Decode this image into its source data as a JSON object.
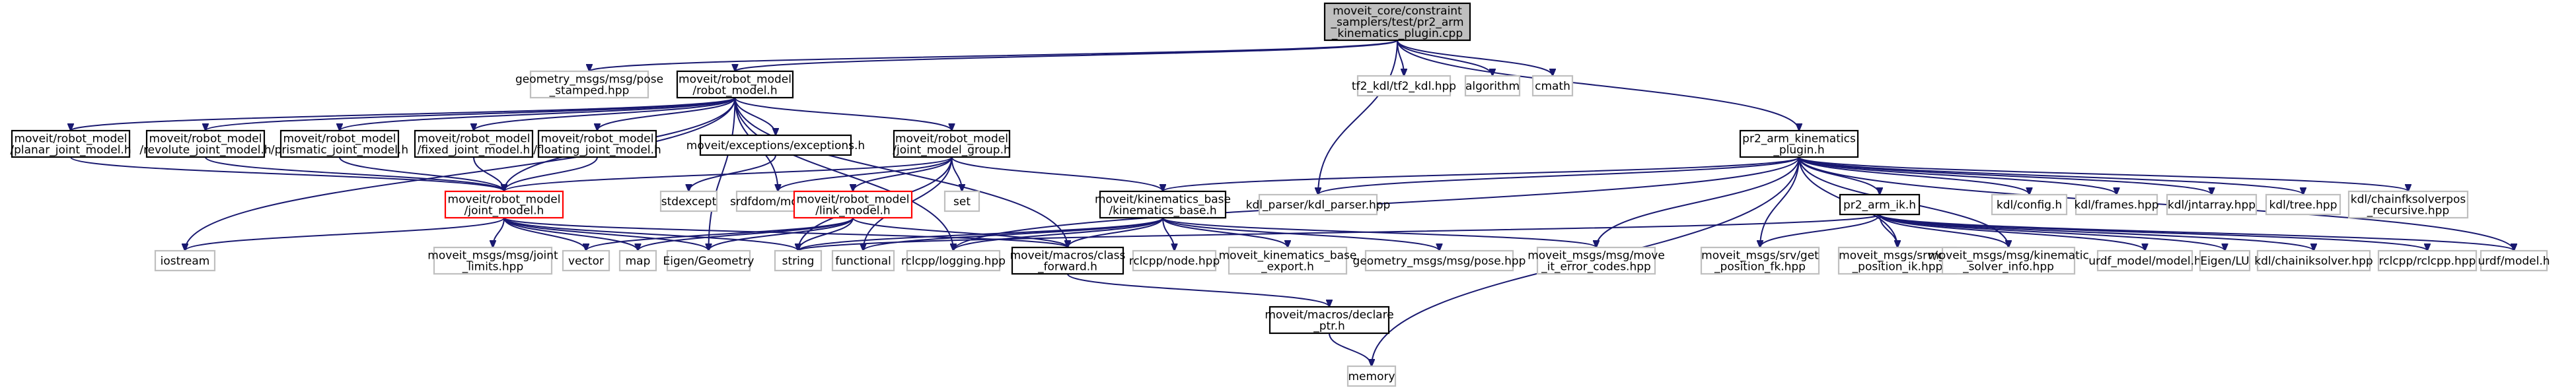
{
  "colors": {
    "edge": "#191970",
    "border_default": "#000000",
    "border_external": "#bfbfbf",
    "border_red": "#ff0000",
    "fill_default": "#ffffff",
    "fill_root": "#bfbfbf"
  },
  "nodes": [
    {
      "id": "root",
      "lines": [
        "moveit_core/constraint",
        "_samplers/test/pr2_arm",
        "_kinematics_plugin.cpp"
      ],
      "style": "root"
    },
    {
      "id": "geom_pose_stamped",
      "lines": [
        "geometry_msgs/msg/pose",
        "_stamped.hpp"
      ],
      "style": "external"
    },
    {
      "id": "robot_model",
      "lines": [
        "moveit/robot_model",
        "/robot_model.h"
      ],
      "style": "default"
    },
    {
      "id": "tf2_kdl",
      "lines": [
        "tf2_kdl/tf2_kdl.hpp"
      ],
      "style": "external"
    },
    {
      "id": "algorithm",
      "lines": [
        "algorithm"
      ],
      "style": "external"
    },
    {
      "id": "cmath",
      "lines": [
        "cmath"
      ],
      "style": "external"
    },
    {
      "id": "pr2_plugin",
      "lines": [
        "pr2_arm_kinematics",
        "_plugin.h"
      ],
      "style": "default"
    },
    {
      "id": "planar",
      "lines": [
        "moveit/robot_model",
        "/planar_joint_model.h"
      ],
      "style": "default"
    },
    {
      "id": "revolute",
      "lines": [
        "moveit/robot_model",
        "/revolute_joint_model.h"
      ],
      "style": "default"
    },
    {
      "id": "prismatic",
      "lines": [
        "moveit/robot_model",
        "/prismatic_joint_model.h"
      ],
      "style": "default"
    },
    {
      "id": "fixed",
      "lines": [
        "moveit/robot_model",
        "/fixed_joint_model.h"
      ],
      "style": "default"
    },
    {
      "id": "floating",
      "lines": [
        "moveit/robot_model",
        "/floating_joint_model.h"
      ],
      "style": "default"
    },
    {
      "id": "exceptions",
      "lines": [
        "moveit/exceptions/exceptions.h"
      ],
      "style": "default"
    },
    {
      "id": "jmg",
      "lines": [
        "moveit/robot_model",
        "/joint_model_group.h"
      ],
      "style": "default"
    },
    {
      "id": "joint_model",
      "lines": [
        "moveit/robot_model",
        "/joint_model.h"
      ],
      "style": "red"
    },
    {
      "id": "stdexcept",
      "lines": [
        "stdexcept"
      ],
      "style": "external"
    },
    {
      "id": "srdfdom",
      "lines": [
        "srdfdom/model.h"
      ],
      "style": "external"
    },
    {
      "id": "link_model",
      "lines": [
        "moveit/robot_model",
        "/link_model.h"
      ],
      "style": "red"
    },
    {
      "id": "set",
      "lines": [
        "set"
      ],
      "style": "external"
    },
    {
      "id": "kin_base",
      "lines": [
        "moveit/kinematics_base",
        "/kinematics_base.h"
      ],
      "style": "default"
    },
    {
      "id": "kdl_parser",
      "lines": [
        "kdl_parser/kdl_parser.hpp"
      ],
      "style": "external"
    },
    {
      "id": "pr2_ik",
      "lines": [
        "pr2_arm_ik.h"
      ],
      "style": "default"
    },
    {
      "id": "kdl_config",
      "lines": [
        "kdl/config.h"
      ],
      "style": "external"
    },
    {
      "id": "kdl_frames",
      "lines": [
        "kdl/frames.hpp"
      ],
      "style": "external"
    },
    {
      "id": "kdl_jntarray",
      "lines": [
        "kdl/jntarray.hpp"
      ],
      "style": "external"
    },
    {
      "id": "kdl_tree",
      "lines": [
        "kdl/tree.hpp"
      ],
      "style": "external"
    },
    {
      "id": "kdl_chainfk",
      "lines": [
        "kdl/chainfksolverpos",
        "_recursive.hpp"
      ],
      "style": "external"
    },
    {
      "id": "iostream",
      "lines": [
        "iostream"
      ],
      "style": "external"
    },
    {
      "id": "joint_limits",
      "lines": [
        "moveit_msgs/msg/joint",
        "_limits.hpp"
      ],
      "style": "external"
    },
    {
      "id": "vector",
      "lines": [
        "vector"
      ],
      "style": "external"
    },
    {
      "id": "map",
      "lines": [
        "map"
      ],
      "style": "external"
    },
    {
      "id": "eigen_geom",
      "lines": [
        "Eigen/Geometry"
      ],
      "style": "external"
    },
    {
      "id": "string",
      "lines": [
        "string"
      ],
      "style": "external"
    },
    {
      "id": "functional",
      "lines": [
        "functional"
      ],
      "style": "external"
    },
    {
      "id": "rclcpp_logging",
      "lines": [
        "rclcpp/logging.hpp"
      ],
      "style": "external"
    },
    {
      "id": "class_forward",
      "lines": [
        "moveit/macros/class",
        "_forward.h"
      ],
      "style": "default"
    },
    {
      "id": "rclcpp_node",
      "lines": [
        "rclcpp/node.hpp"
      ],
      "style": "external"
    },
    {
      "id": "kin_export",
      "lines": [
        "moveit_kinematics_base",
        "_export.h"
      ],
      "style": "external"
    },
    {
      "id": "geom_pose",
      "lines": [
        "geometry_msgs/msg/pose.hpp"
      ],
      "style": "external"
    },
    {
      "id": "move_it_error",
      "lines": [
        "moveit_msgs/msg/move",
        "_it_error_codes.hpp"
      ],
      "style": "external"
    },
    {
      "id": "get_fk",
      "lines": [
        "moveit_msgs/srv/get",
        "_position_fk.hpp"
      ],
      "style": "external"
    },
    {
      "id": "get_ik",
      "lines": [
        "moveit_msgs/srv/get",
        "_position_ik.hpp"
      ],
      "style": "external"
    },
    {
      "id": "kin_solver_info",
      "lines": [
        "moveit_msgs/msg/kinematic",
        "_solver_info.hpp"
      ],
      "style": "external"
    },
    {
      "id": "urdf_model_h",
      "lines": [
        "urdf_model/model.h"
      ],
      "style": "external"
    },
    {
      "id": "eigen_lu",
      "lines": [
        "Eigen/LU"
      ],
      "style": "external"
    },
    {
      "id": "kdl_chainiksolver",
      "lines": [
        "kdl/chainiksolver.hpp"
      ],
      "style": "external"
    },
    {
      "id": "rclcpp_hpp",
      "lines": [
        "rclcpp/rclcpp.hpp"
      ],
      "style": "external"
    },
    {
      "id": "urdf_model",
      "lines": [
        "urdf/model.h"
      ],
      "style": "external"
    },
    {
      "id": "declare_ptr",
      "lines": [
        "moveit/macros/declare",
        "_ptr.h"
      ],
      "style": "default"
    },
    {
      "id": "memory",
      "lines": [
        "memory"
      ],
      "style": "external"
    }
  ],
  "edges": [
    [
      "root",
      "geom_pose_stamped"
    ],
    [
      "root",
      "robot_model"
    ],
    [
      "root",
      "tf2_kdl"
    ],
    [
      "root",
      "algorithm"
    ],
    [
      "root",
      "cmath"
    ],
    [
      "root",
      "pr2_plugin"
    ],
    [
      "root",
      "kdl_parser"
    ],
    [
      "robot_model",
      "planar"
    ],
    [
      "robot_model",
      "revolute"
    ],
    [
      "robot_model",
      "prismatic"
    ],
    [
      "robot_model",
      "fixed"
    ],
    [
      "robot_model",
      "floating"
    ],
    [
      "robot_model",
      "exceptions"
    ],
    [
      "robot_model",
      "jmg"
    ],
    [
      "robot_model",
      "joint_model"
    ],
    [
      "robot_model",
      "srdfdom"
    ],
    [
      "robot_model",
      "iostream"
    ],
    [
      "robot_model",
      "eigen_geom"
    ],
    [
      "robot_model",
      "class_forward"
    ],
    [
      "robot_model",
      "rclcpp_logging"
    ],
    [
      "planar",
      "joint_model"
    ],
    [
      "revolute",
      "joint_model"
    ],
    [
      "prismatic",
      "joint_model"
    ],
    [
      "fixed",
      "joint_model"
    ],
    [
      "floating",
      "joint_model"
    ],
    [
      "exceptions",
      "stdexcept"
    ],
    [
      "jmg",
      "joint_model"
    ],
    [
      "jmg",
      "link_model"
    ],
    [
      "jmg",
      "set"
    ],
    [
      "jmg",
      "srdfdom"
    ],
    [
      "jmg",
      "kin_base"
    ],
    [
      "jmg",
      "string"
    ],
    [
      "jmg",
      "functional"
    ],
    [
      "joint_model",
      "iostream"
    ],
    [
      "joint_model",
      "joint_limits"
    ],
    [
      "joint_model",
      "vector"
    ],
    [
      "joint_model",
      "map"
    ],
    [
      "joint_model",
      "eigen_geom"
    ],
    [
      "joint_model",
      "string"
    ],
    [
      "joint_model",
      "class_forward"
    ],
    [
      "link_model",
      "vector"
    ],
    [
      "link_model",
      "map"
    ],
    [
      "link_model",
      "eigen_geom"
    ],
    [
      "link_model",
      "string"
    ],
    [
      "link_model",
      "class_forward"
    ],
    [
      "kin_base",
      "string"
    ],
    [
      "kin_base",
      "functional"
    ],
    [
      "kin_base",
      "rclcpp_logging"
    ],
    [
      "kin_base",
      "class_forward"
    ],
    [
      "kin_base",
      "rclcpp_node"
    ],
    [
      "kin_base",
      "kin_export"
    ],
    [
      "kin_base",
      "geom_pose"
    ],
    [
      "kin_base",
      "move_it_error"
    ],
    [
      "class_forward",
      "declare_ptr"
    ],
    [
      "declare_ptr",
      "memory"
    ],
    [
      "pr2_plugin",
      "kin_base"
    ],
    [
      "pr2_plugin",
      "kdl_parser"
    ],
    [
      "pr2_plugin",
      "pr2_ik"
    ],
    [
      "pr2_plugin",
      "kdl_config"
    ],
    [
      "pr2_plugin",
      "kdl_frames"
    ],
    [
      "pr2_plugin",
      "kdl_jntarray"
    ],
    [
      "pr2_plugin",
      "kdl_tree"
    ],
    [
      "pr2_plugin",
      "kdl_chainfk"
    ],
    [
      "pr2_plugin",
      "move_it_error"
    ],
    [
      "pr2_plugin",
      "get_fk"
    ],
    [
      "pr2_plugin",
      "get_ik"
    ],
    [
      "pr2_plugin",
      "kin_solver_info"
    ],
    [
      "pr2_plugin",
      "urdf_model"
    ],
    [
      "pr2_plugin",
      "memory"
    ],
    [
      "pr2_plugin",
      "rclcpp_logging"
    ],
    [
      "pr2_ik",
      "string"
    ],
    [
      "pr2_ik",
      "get_fk"
    ],
    [
      "pr2_ik",
      "get_ik"
    ],
    [
      "pr2_ik",
      "kin_solver_info"
    ],
    [
      "pr2_ik",
      "urdf_model_h"
    ],
    [
      "pr2_ik",
      "eigen_lu"
    ],
    [
      "pr2_ik",
      "kdl_chainiksolver"
    ],
    [
      "pr2_ik",
      "rclcpp_hpp"
    ],
    [
      "pr2_ik",
      "urdf_model"
    ]
  ]
}
